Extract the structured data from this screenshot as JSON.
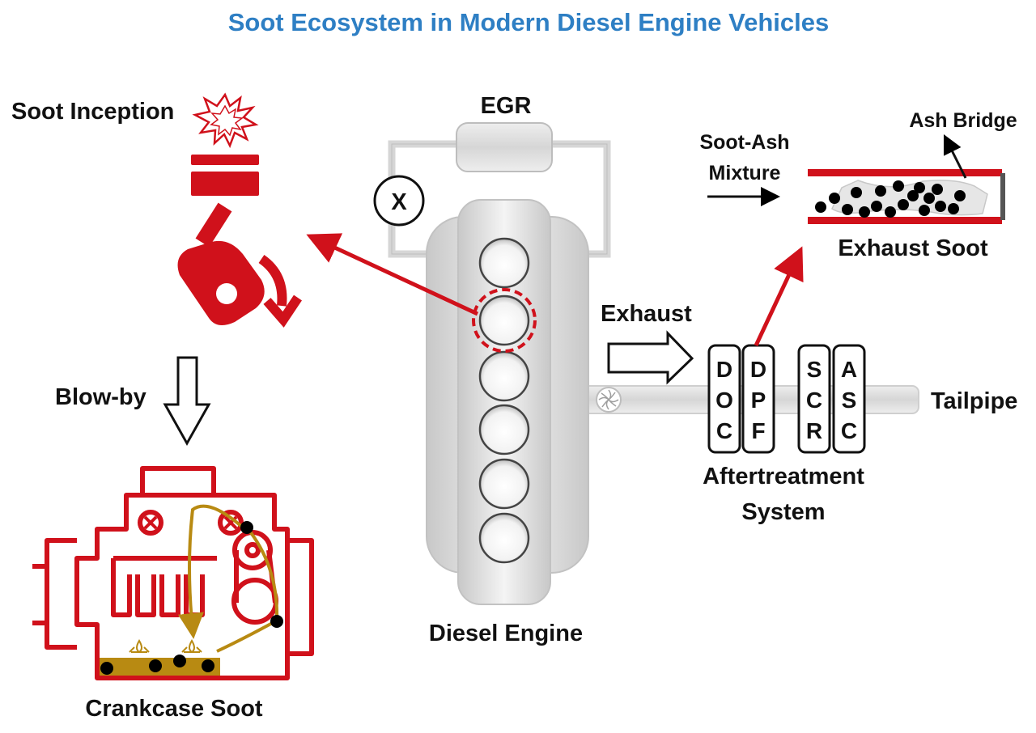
{
  "title": "Soot Ecosystem in Modern Diesel Engine Vehicles",
  "labels": {
    "soot_inception": "Soot Inception",
    "egr": "EGR",
    "egr_valve": "X",
    "blow_by": "Blow-by",
    "crankcase_soot": "Crankcase Soot",
    "diesel_engine": "Diesel Engine",
    "exhaust": "Exhaust",
    "soot_ash_line1": "Soot-Ash",
    "soot_ash_line2": "Mixture",
    "ash_bridge": "Ash Bridge",
    "exhaust_soot": "Exhaust Soot",
    "tailpipe": "Tailpipe",
    "aftertreatment_line1": "Aftertreatment",
    "aftertreatment_line2": "System"
  },
  "aftertreatment_units": [
    {
      "letters": [
        "D",
        "O",
        "C"
      ]
    },
    {
      "letters": [
        "D",
        "P",
        "F"
      ]
    },
    {
      "letters": [
        "S",
        "C",
        "R"
      ]
    },
    {
      "letters": [
        "A",
        "S",
        "C"
      ]
    }
  ],
  "colors": {
    "title": "#2e7fc4",
    "soot_red": "#d0111b",
    "oil_gold": "#b88a12",
    "engine_gray": "#d9d9d9",
    "soot_black": "#000000"
  }
}
